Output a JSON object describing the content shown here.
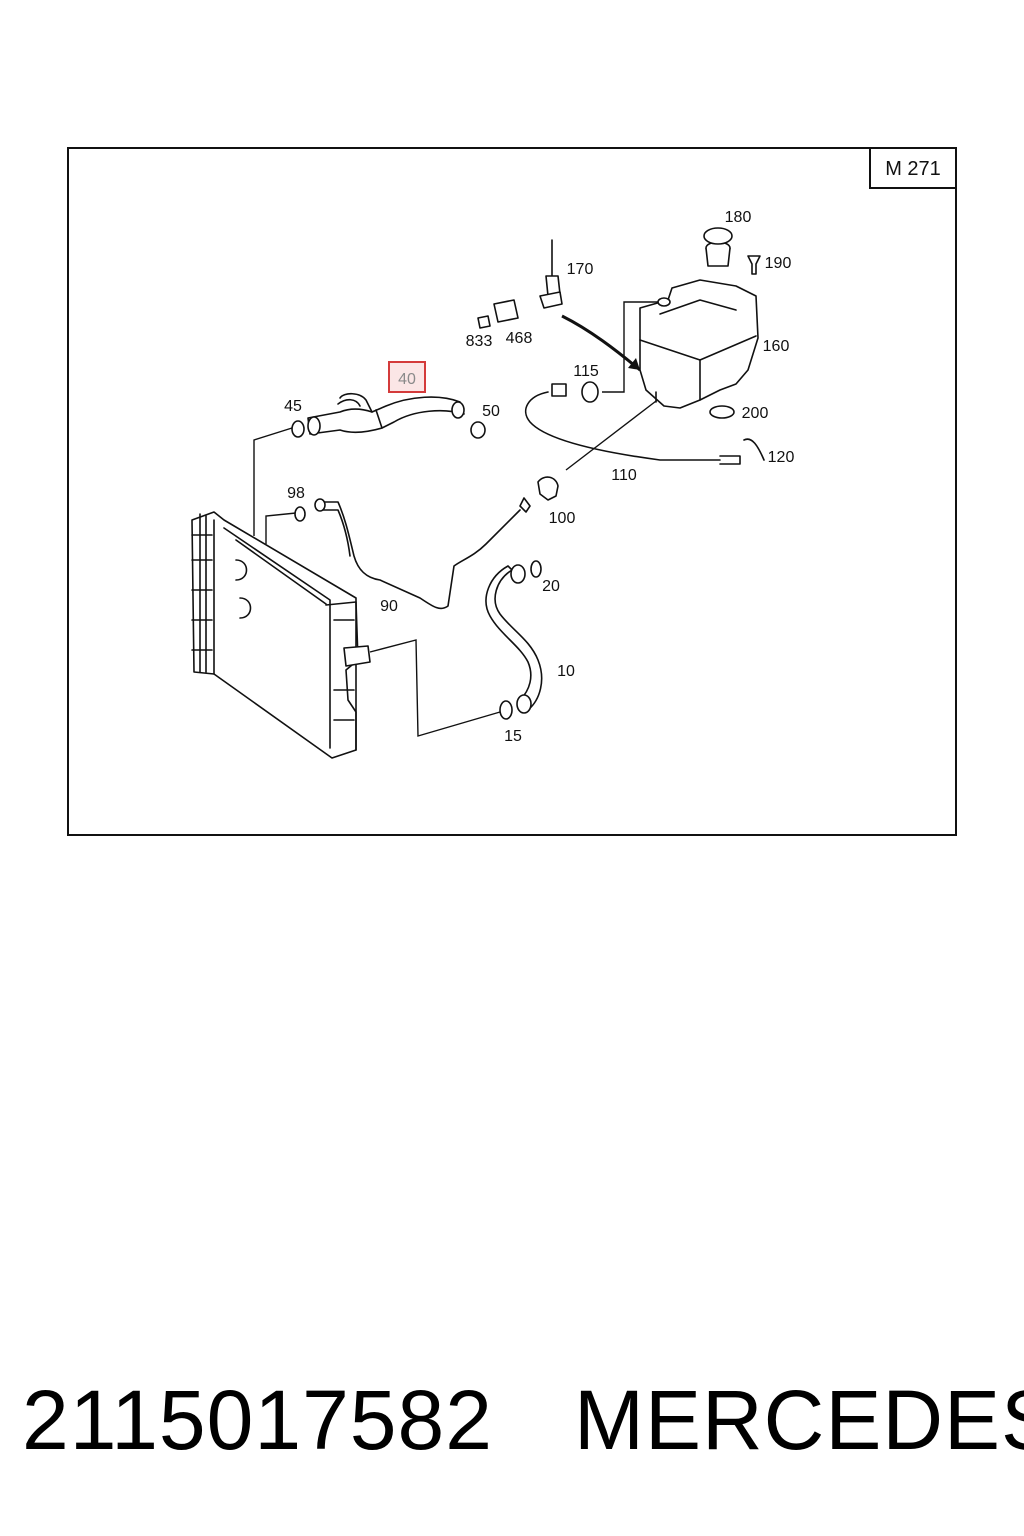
{
  "diagram": {
    "engine_code": "M 271",
    "highlighted_part": "40",
    "callouts": [
      "180",
      "190",
      "170",
      "833",
      "468",
      "160",
      "115",
      "40",
      "45",
      "50",
      "200",
      "120",
      "110",
      "98",
      "100",
      "20",
      "90",
      "10",
      "15"
    ]
  },
  "footer": {
    "part_number": "2115017582",
    "brand": "MERCEDES"
  }
}
